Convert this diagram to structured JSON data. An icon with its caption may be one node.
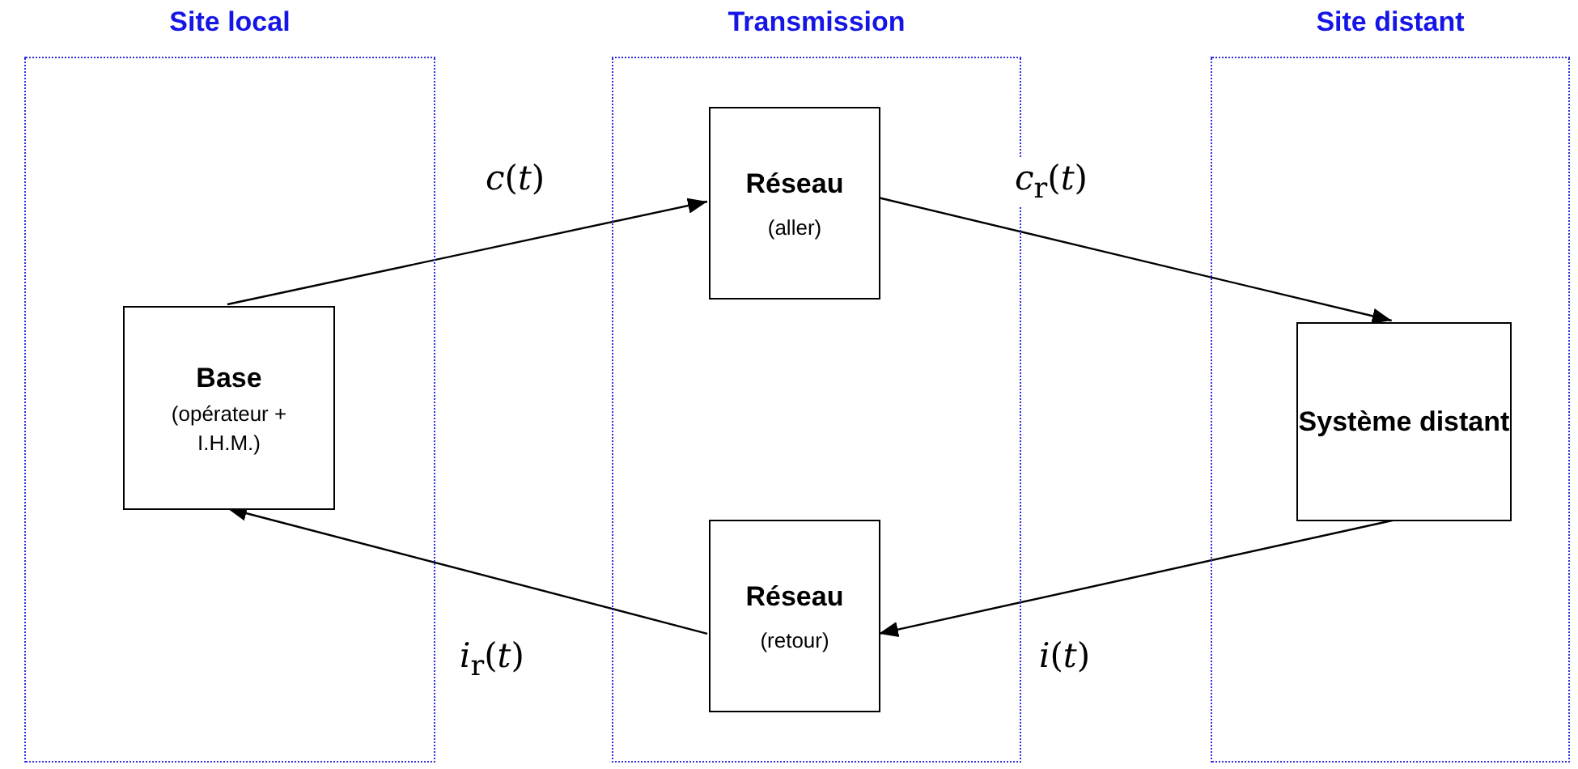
{
  "diagram": {
    "nodes": [
      {
        "text": [
          "Site local"
        ]
      },
      {
        "text": [
          "Transmission"
        ]
      },
      {
        "text": [
          "Site distant"
        ]
      },
      {
        "text": [
          "Base",
          "(opérateur + I.H.M.)"
        ],
        "in": 0
      },
      {
        "text": [
          "Réseau",
          "(aller)"
        ],
        "in": 1
      },
      {
        "text": [
          "Réseau",
          "(retour)"
        ],
        "in": 1
      },
      {
        "text": [
          "Système distant"
        ],
        "in": 2
      }
    ],
    "edges": [
      {
        "from": 3,
        "to": 4,
        "arrow": "to",
        "label": "*c*(*t*)"
      },
      {
        "from": 4,
        "to": 6,
        "arrow": "to",
        "label": "*c*$_{r}$(*t*)"
      },
      {
        "from": 6,
        "to": 5,
        "arrow": "to",
        "label": "*i*(*t*)"
      },
      {
        "from": 5,
        "to": 3,
        "arrow": "to",
        "label": "*i*$_{r}$(*t*)"
      }
    ]
  }
}
